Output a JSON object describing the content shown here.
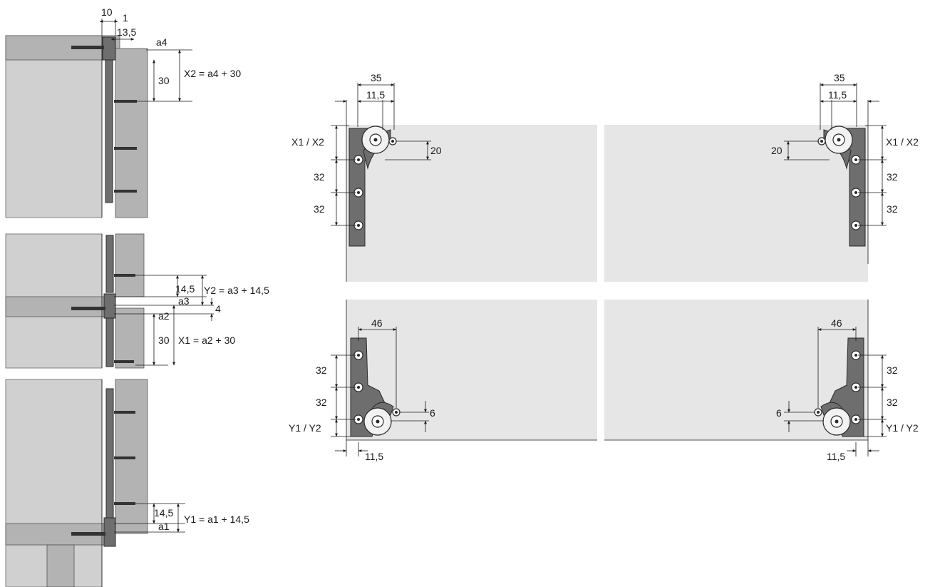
{
  "side_details": {
    "top": {
      "d10": "10",
      "d1": "1",
      "d13_5": "13,5",
      "a4": "a4",
      "d30": "30",
      "x2_formula": "X2 = a4 + 30"
    },
    "middle": {
      "d14_5": "14,5",
      "y2_formula": "Y2 = a3 + 14,5",
      "a3": "a3",
      "d4": "4",
      "a2": "a2",
      "d30": "30",
      "x1_formula": "X1 = a2 + 30"
    },
    "bottom": {
      "d14_5": "14,5",
      "a1": "a1",
      "y1_formula": "Y1 = a1 + 14,5"
    }
  },
  "front_views": {
    "top_left": {
      "d35": "35",
      "d11_5": "11,5",
      "x_label": "X1 / X2",
      "d20": "20",
      "d32a": "32",
      "d32b": "32"
    },
    "top_right": {
      "d35": "35",
      "d11_5": "11,5",
      "x_label": "X1 / X2",
      "d20": "20",
      "d32a": "32",
      "d32b": "32"
    },
    "bottom_left": {
      "d46": "46",
      "d32a": "32",
      "d32b": "32",
      "d6": "6",
      "y_label": "Y1 / Y2",
      "d11_5": "11,5"
    },
    "bottom_right": {
      "d46": "46",
      "d32a": "32",
      "d32b": "32",
      "d6": "6",
      "y_label": "Y1 / Y2",
      "d11_5": "11,5"
    }
  },
  "colors": {
    "panel": "#e6e6e6",
    "board": "#b3b3b3",
    "hinge": "#6e6e6e",
    "line": "#1a1a1a"
  }
}
